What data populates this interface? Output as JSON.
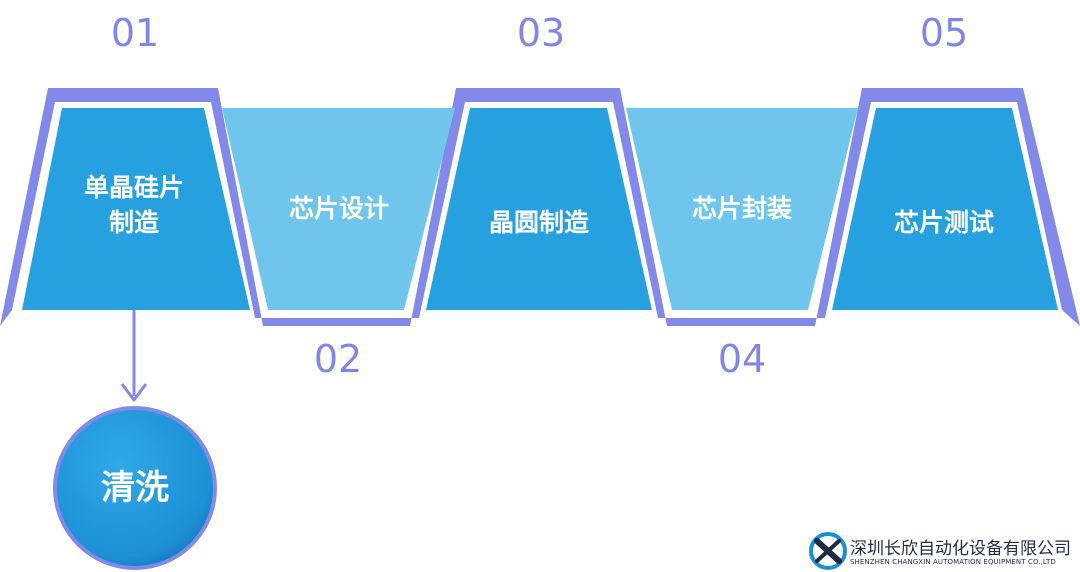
{
  "steps": [
    {
      "number": "01",
      "label": "单晶硅片\n制造"
    },
    {
      "number": "02",
      "label": "芯片设计"
    },
    {
      "number": "03",
      "label": "晶圆制造"
    },
    {
      "number": "04",
      "label": "芯片封装"
    },
    {
      "number": "05",
      "label": "芯片测试"
    }
  ],
  "sub_step": {
    "label": "清洗"
  },
  "logo": {
    "name": "深圳长欣自动化设备有限公司",
    "subtitle": "SHENZHEN CHANGXIN AUTOMATION EQUIPMENT CO.,LTD"
  },
  "colors": {
    "outline": "#8389e8",
    "dark_fill": "#27a0e0",
    "light_fill": "#70c5ec",
    "number": "#7f86e6"
  }
}
